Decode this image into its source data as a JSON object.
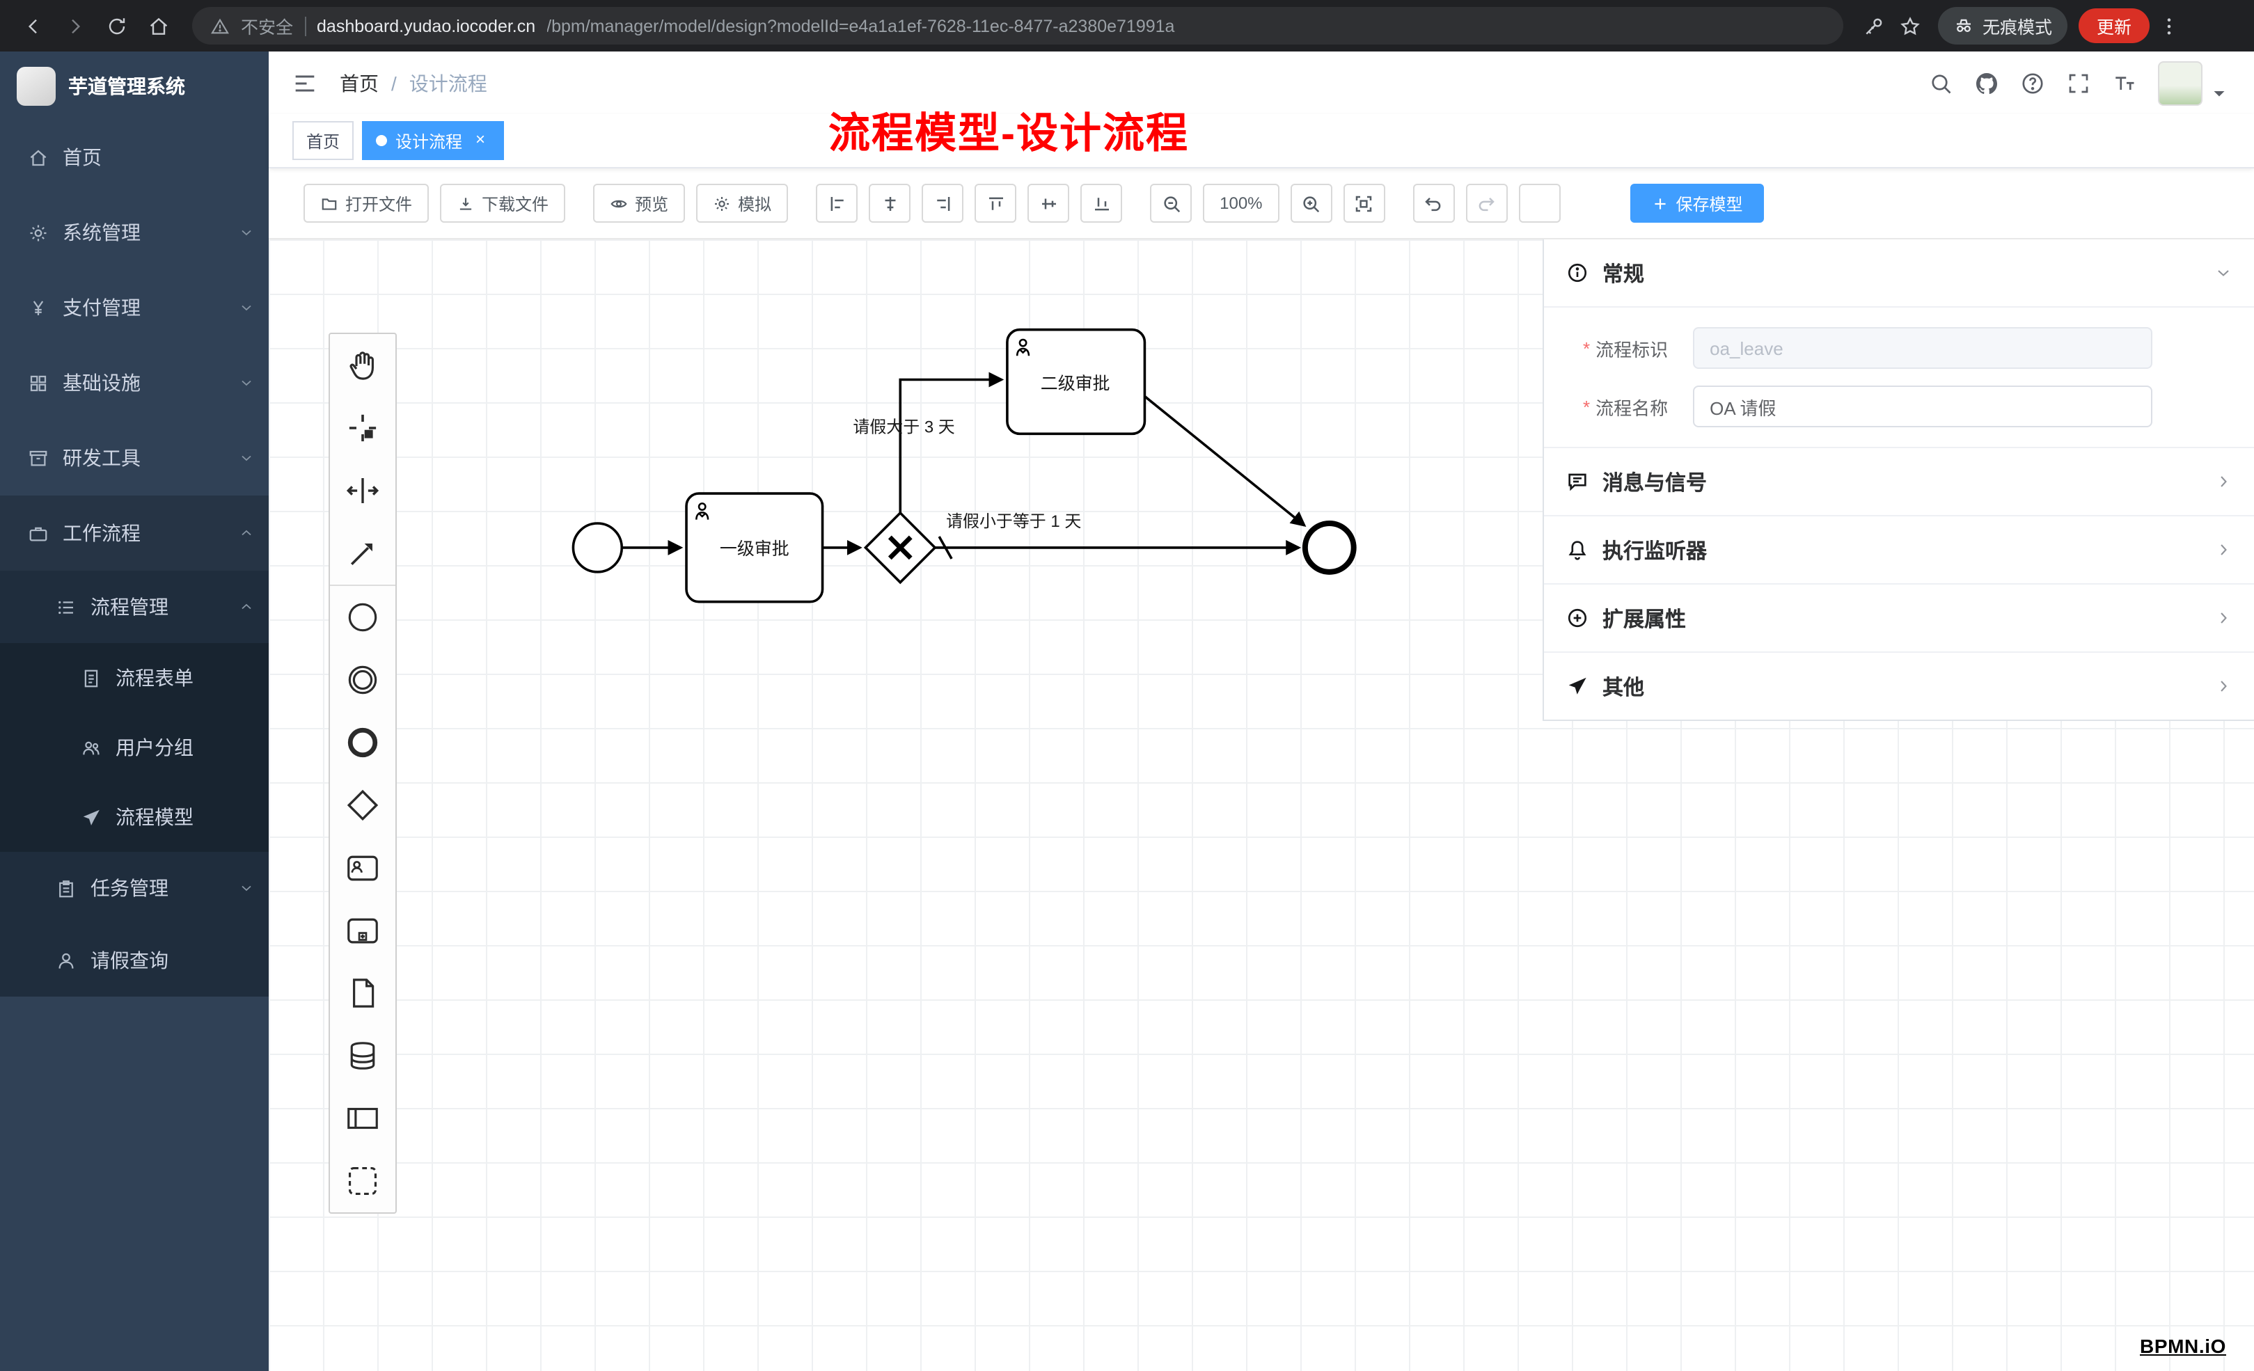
{
  "colors": {
    "accent": "#409eff",
    "annotation": "#ff0000",
    "update_button": "#d93025",
    "sidebar_bg": "#304156",
    "sidebar_submenu_bg": "#1f2d3d"
  },
  "browser": {
    "security": "不安全",
    "url_host": "dashboard.yudao.iocoder.cn",
    "url_path": "/bpm/manager/model/design?modelId=e4a1a1ef-7628-11ec-8477-a2380e71991a",
    "incognito": "无痕模式",
    "update": "更新"
  },
  "sidebar": {
    "title": "芋道管理系统",
    "items": [
      {
        "label": "首页"
      },
      {
        "label": "系统管理"
      },
      {
        "label": "支付管理"
      },
      {
        "label": "基础设施"
      },
      {
        "label": "研发工具"
      },
      {
        "label": "工作流程"
      }
    ],
    "submenu": {
      "process": "流程管理",
      "process_children": [
        "流程表单",
        "用户分组",
        "流程模型"
      ],
      "task": "任务管理",
      "leave": "请假查询"
    }
  },
  "header": {
    "breadcrumb": [
      "首页",
      "设计流程"
    ],
    "separator": "/"
  },
  "annotation": "流程模型-设计流程",
  "tabs": [
    {
      "label": "首页"
    },
    {
      "label": "设计流程",
      "close": "×"
    }
  ],
  "toolbar": {
    "open": "打开文件",
    "download": "下载文件",
    "preview": "预览",
    "simulate": "模拟",
    "zoom": "100%",
    "save": "保存模型"
  },
  "panel": {
    "general": "常规",
    "required": "*",
    "fields": [
      {
        "label": "流程标识",
        "value": "oa_leave"
      },
      {
        "label": "流程名称",
        "value": "OA 请假"
      }
    ],
    "sections": [
      "消息与信号",
      "执行监听器",
      "扩展属性",
      "其他"
    ]
  },
  "diagram": {
    "task1": "一级审批",
    "task2": "二级审批",
    "flow_up": "请假大于 3 天",
    "flow_default": "请假小于等于 1 天"
  },
  "watermark": "BPMN.iO"
}
